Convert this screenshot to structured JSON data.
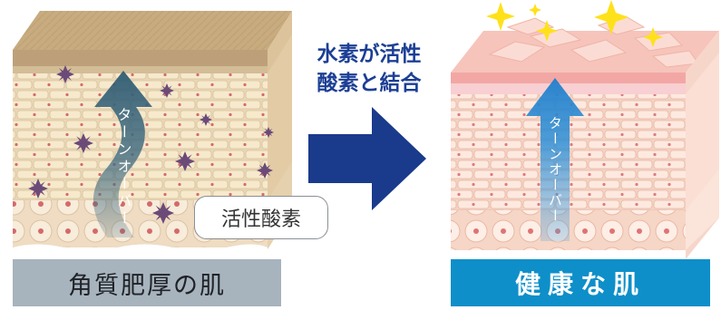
{
  "middle": {
    "line1": "水素が活性",
    "line2": "酸素と結合"
  },
  "left_panel": {
    "caption": "角質肥厚の肌",
    "arrow_text": "ターンオーバー",
    "bubble_text": "活性酸素"
  },
  "right_panel": {
    "caption": "健康な肌",
    "arrow_text": "ターンオーバー"
  },
  "colors": {
    "left_caption_bg": "#a7b3bd",
    "right_caption_bg": "#0e8fc9",
    "center_arrow": "#1a3a8c",
    "text_blue": "#1c3f95"
  }
}
